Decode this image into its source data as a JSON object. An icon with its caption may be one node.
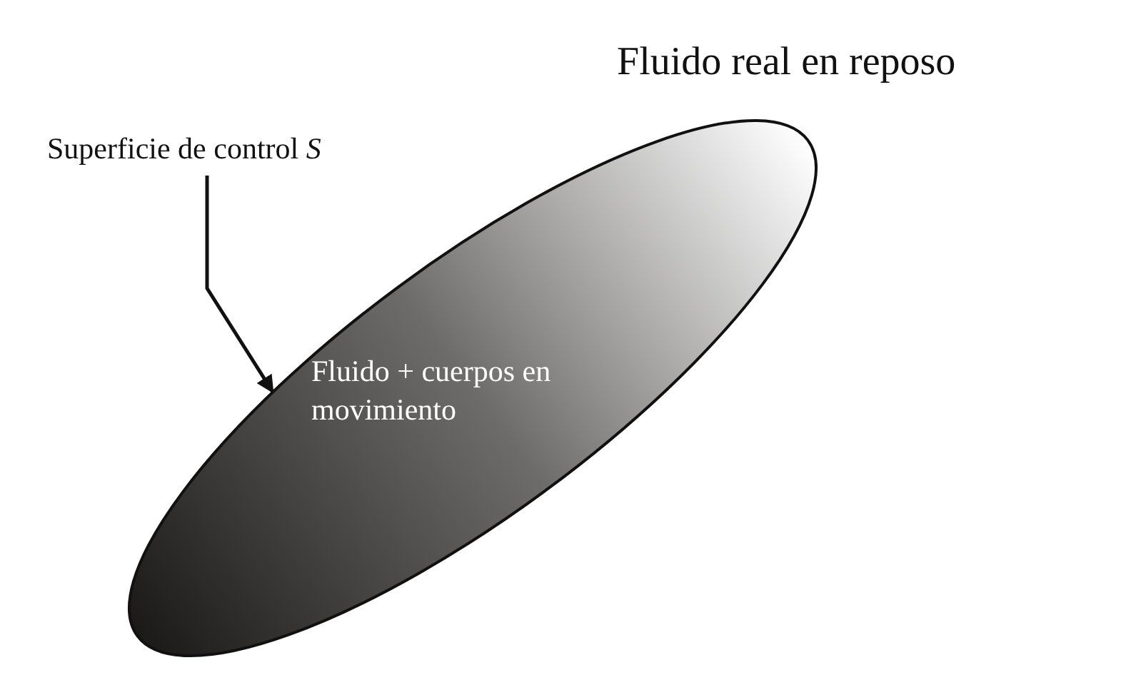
{
  "diagram": {
    "nodes": [
      {
        "text": [
          "Superficie de control *S*"
        ]
      },
      {
        "text": [
          "Fluido + cuerpos en movimiento"
        ]
      }
    ],
    "edges": [
      {
        "from": 0,
        "to": 1,
        "arrow": "to"
      }
    ],
    "labels": [
      "Fluido real en reposo"
    ]
  }
}
